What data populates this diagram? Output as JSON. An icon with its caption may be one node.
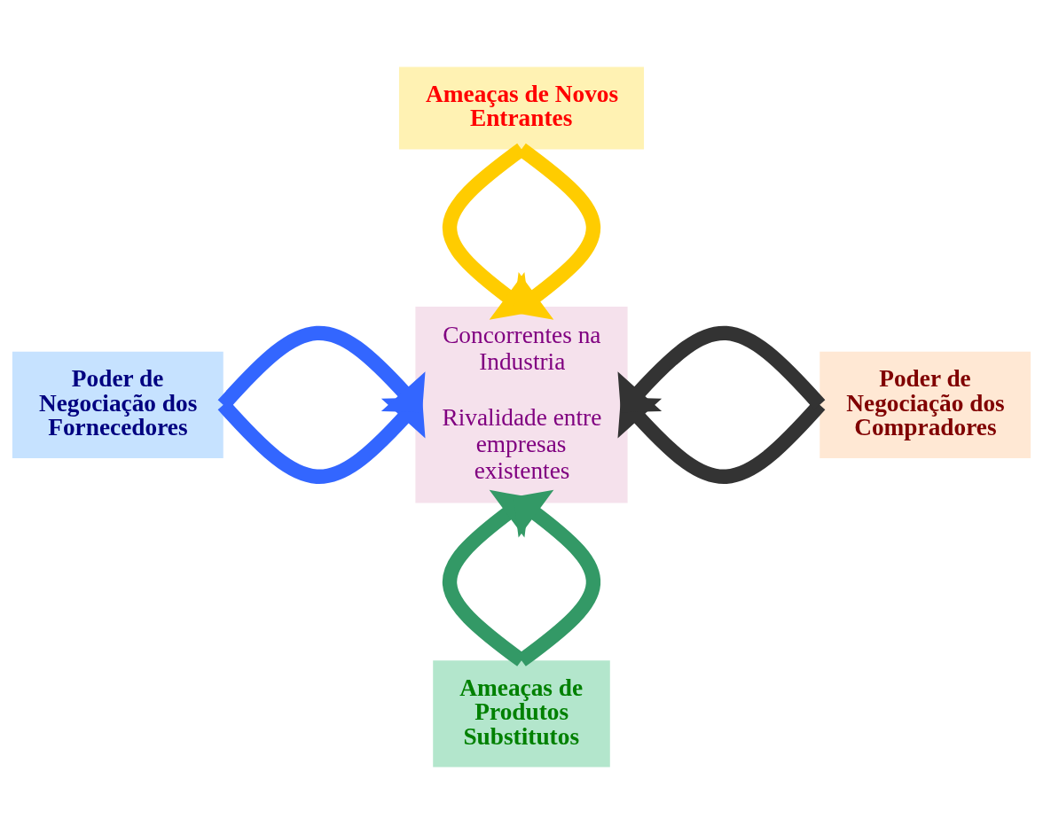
{
  "diagram": {
    "nodes": [
      {
        "text": [
          "Ameaças de Novos Entrantes"
        ]
      },
      {
        "text": [
          "Poder de Negociação dos Fornecedores"
        ]
      },
      {
        "text": [
          "Concorrentes na Industria",
          "Rivalidade entre empresas existentes"
        ]
      },
      {
        "text": [
          "Poder de Negociação dos Compradores"
        ]
      },
      {
        "text": [
          "Ameaças de Produtos Substitutos"
        ]
      }
    ],
    "edges": [
      {
        "from": 0,
        "to": 2,
        "arrow": "to",
        "color": "#ffcc00"
      },
      {
        "from": 0,
        "to": 2,
        "arrow": "to",
        "color": "#ffcc00"
      },
      {
        "from": 1,
        "to": 2,
        "arrow": "to",
        "color": "#3366ff"
      },
      {
        "from": 1,
        "to": 2,
        "arrow": "to",
        "color": "#3366ff"
      },
      {
        "from": 3,
        "to": 2,
        "arrow": "to",
        "color": "#333333"
      },
      {
        "from": 3,
        "to": 2,
        "arrow": "to",
        "color": "#333333"
      },
      {
        "from": 4,
        "to": 2,
        "arrow": "to",
        "color": "#339966"
      },
      {
        "from": 4,
        "to": 2,
        "arrow": "to",
        "color": "#339966"
      }
    ]
  }
}
